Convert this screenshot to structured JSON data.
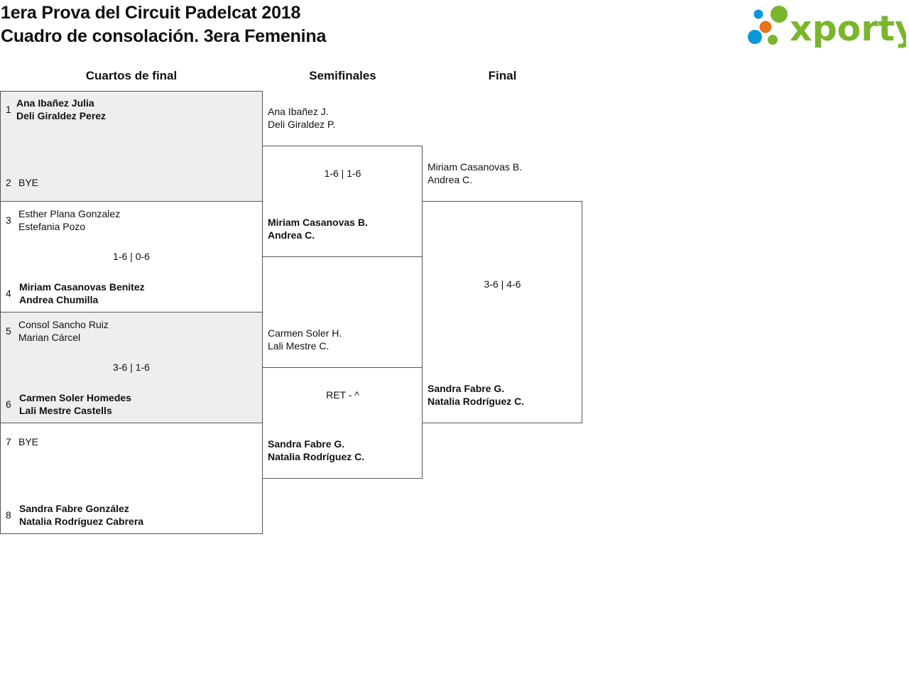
{
  "header": {
    "title_line1": "1era Prova del Circuit Padelcat 2018",
    "title_line2": "Cuadro de consolación. 3era Femenina",
    "logo_text": "xporty",
    "logo_colors": {
      "green": "#7ab62d",
      "blue": "#0a97d9",
      "orange": "#e8721c"
    }
  },
  "rounds": {
    "quarterfinals": "Cuartos de final",
    "semifinals": "Semifinales",
    "final": "Final"
  },
  "quarterfinals": [
    {
      "top": {
        "seed": "1",
        "line1": "Ana Ibañez Julia",
        "line2": "Deli Giraldez Perez"
      },
      "bottom": {
        "seed": "2",
        "line1": "BYE",
        "line2": ""
      },
      "score": ""
    },
    {
      "top": {
        "seed": "3",
        "line1": "Esther Plana Gonzalez",
        "line2": "Estefania Pozo"
      },
      "bottom": {
        "seed": "4",
        "line1": "Miriam Casanovas Benitez",
        "line2": "Andrea Chumilla"
      },
      "score": "1-6 | 0-6"
    },
    {
      "top": {
        "seed": "5",
        "line1": "Consol Sancho Ruiz",
        "line2": "Marian Cárcel"
      },
      "bottom": {
        "seed": "6",
        "line1": "Carmen Soler Homedes",
        "line2": "Lali Mestre Castells"
      },
      "score": "3-6 | 1-6"
    },
    {
      "top": {
        "seed": "7",
        "line1": "BYE",
        "line2": ""
      },
      "bottom": {
        "seed": "8",
        "line1": "Sandra Fabre González",
        "line2": "Natalia Rodríguez Cabrera"
      },
      "score": ""
    }
  ],
  "semifinals": [
    {
      "top": {
        "line1": "Ana Ibañez J.",
        "line2": "Deli Giraldez P."
      },
      "bottom": {
        "line1": "Miriam Casanovas B.",
        "line2": "Andrea C."
      },
      "score": "1-6 | 1-6"
    },
    {
      "top": {
        "line1": "Carmen Soler H.",
        "line2": "Lali Mestre C."
      },
      "bottom": {
        "line1": "Sandra Fabre G.",
        "line2": "Natalia Rodríguez C."
      },
      "score": "RET - ^"
    }
  ],
  "final": {
    "top": {
      "line1": "Miriam Casanovas B.",
      "line2": "Andrea C."
    },
    "bottom": {
      "line1": "Sandra Fabre G.",
      "line2": "Natalia Rodríguez C."
    },
    "score": "3-6 | 4-6"
  }
}
